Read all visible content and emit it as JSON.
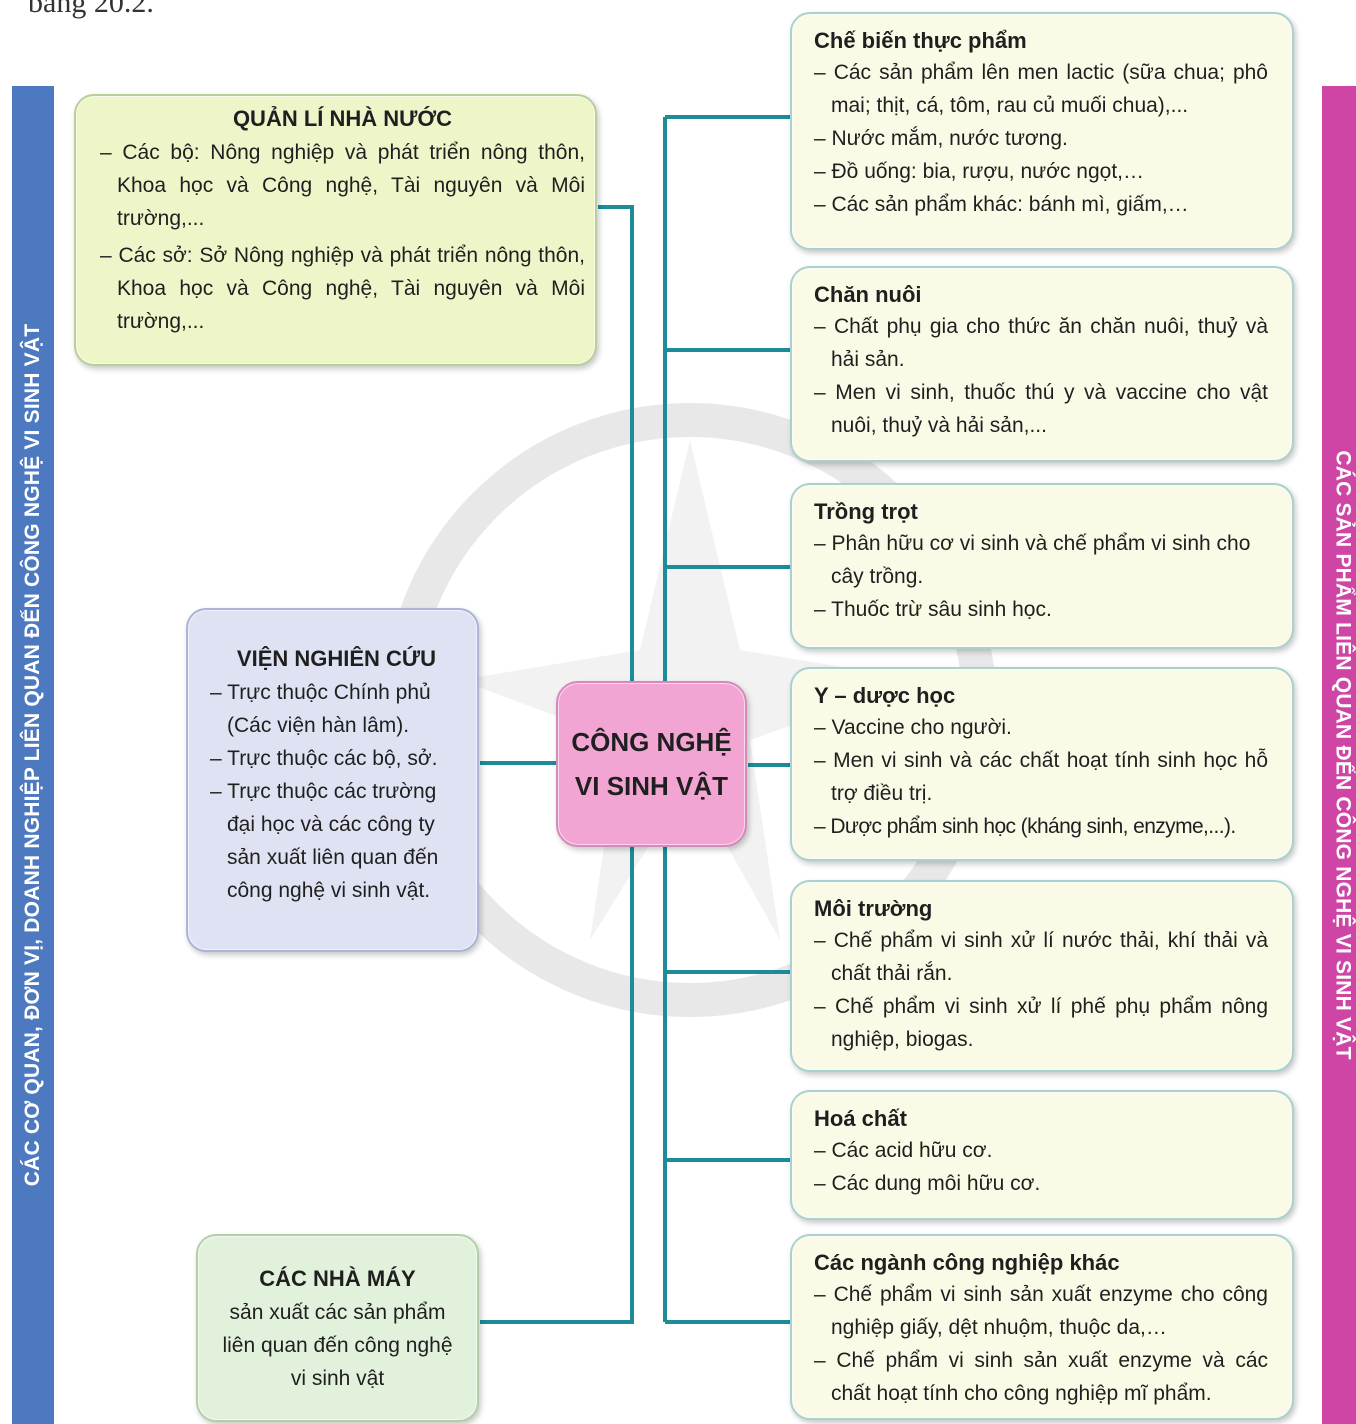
{
  "page_fragment": "bảng 20.2.",
  "left_sidebar_title": "CÁC CƠ QUAN, ĐƠN VỊ, DOANH NGHIỆP LIÊN QUAN ĐẾN CÔNG NGHỆ VI SINH VẬT",
  "right_sidebar_title": "CÁC SẢN PHẨM LIÊN QUAN ĐẾN CÔNG NGHỆ VI SINH VẬT",
  "center": {
    "line1": "CÔNG NGHỆ",
    "line2": "VI SINH VẬT"
  },
  "left_boxes": {
    "state": {
      "title": "QUẢN LÍ NHÀ NƯỚC",
      "items": [
        "Các bộ: Nông nghiệp và phát triển nông thôn, Khoa học và Công nghệ, Tài nguyên và Môi trường,...",
        "Các sở: Sở Nông nghiệp và phát triển nông thôn, Khoa học và Công nghệ, Tài nguyên và Môi trường,..."
      ]
    },
    "research": {
      "title": "VIỆN NGHIÊN CỨU",
      "items": [
        "Trực thuộc Chính phủ (Các viện hàn lâm).",
        "Trực thuộc các bộ, sở.",
        "Trực thuộc các trường đại học và các công ty sản xuất liên quan đến công nghệ vi sinh vật."
      ]
    },
    "factory": {
      "title": "CÁC NHÀ MÁY",
      "description": "sản xuất các sản phẩm liên quan đến công nghệ vi sinh vật"
    }
  },
  "right_boxes": {
    "food": {
      "title": "Chế biến thực phẩm",
      "items": [
        "Các sản phẩm lên men lactic (sữa chua; phô mai; thịt, cá, tôm, rau củ muối chua),...",
        "Nước mắm, nước tương.",
        "Đồ uống: bia, rượu, nước ngọt,…",
        "Các sản phẩm khác: bánh mì, giấm,…"
      ]
    },
    "livestock": {
      "title": "Chăn nuôi",
      "items": [
        "Chất phụ gia cho thức ăn chăn nuôi, thuỷ và hải sản.",
        "Men vi sinh, thuốc thú y và vaccine cho vật nuôi, thuỷ và hải sản,..."
      ]
    },
    "crop": {
      "title": "Trồng trọt",
      "items": [
        "Phân hữu cơ vi sinh và chế phẩm vi sinh cho cây trồng.",
        "Thuốc trừ sâu sinh học."
      ]
    },
    "medicine": {
      "title": "Y – dược học",
      "items": [
        "Vaccine cho người.",
        "Men vi sinh và các chất hoạt tính sinh học hỗ trợ điều trị.",
        "Dược phẩm sinh học (kháng sinh, enzyme,...)."
      ]
    },
    "environment": {
      "title": "Môi trường",
      "items": [
        "Chế phẩm vi sinh xử lí nước thải, khí thải và chất thải rắn.",
        "Chế phẩm vi sinh xử lí phế phụ phẩm nông nghiệp, biogas."
      ]
    },
    "chemicals": {
      "title": "Hoá chất",
      "items": [
        "Các acid hữu cơ.",
        "Các dung môi hữu cơ."
      ]
    },
    "industry": {
      "title": "Các ngành công nghiệp khác",
      "items": [
        "Chế phẩm vi sinh sản xuất enzyme cho công nghiệp giấy, dệt nhuộm, thuộc da,…",
        "Chế phẩm vi sinh sản xuất enzyme và các chất hoạt tính cho công nghiệp mĩ phẩm."
      ]
    }
  },
  "colors": {
    "connector": "#1e8b99",
    "left_bar": "#4c79c0",
    "right_bar": "#cf45a6",
    "center_fill": "#f2a5d3"
  }
}
